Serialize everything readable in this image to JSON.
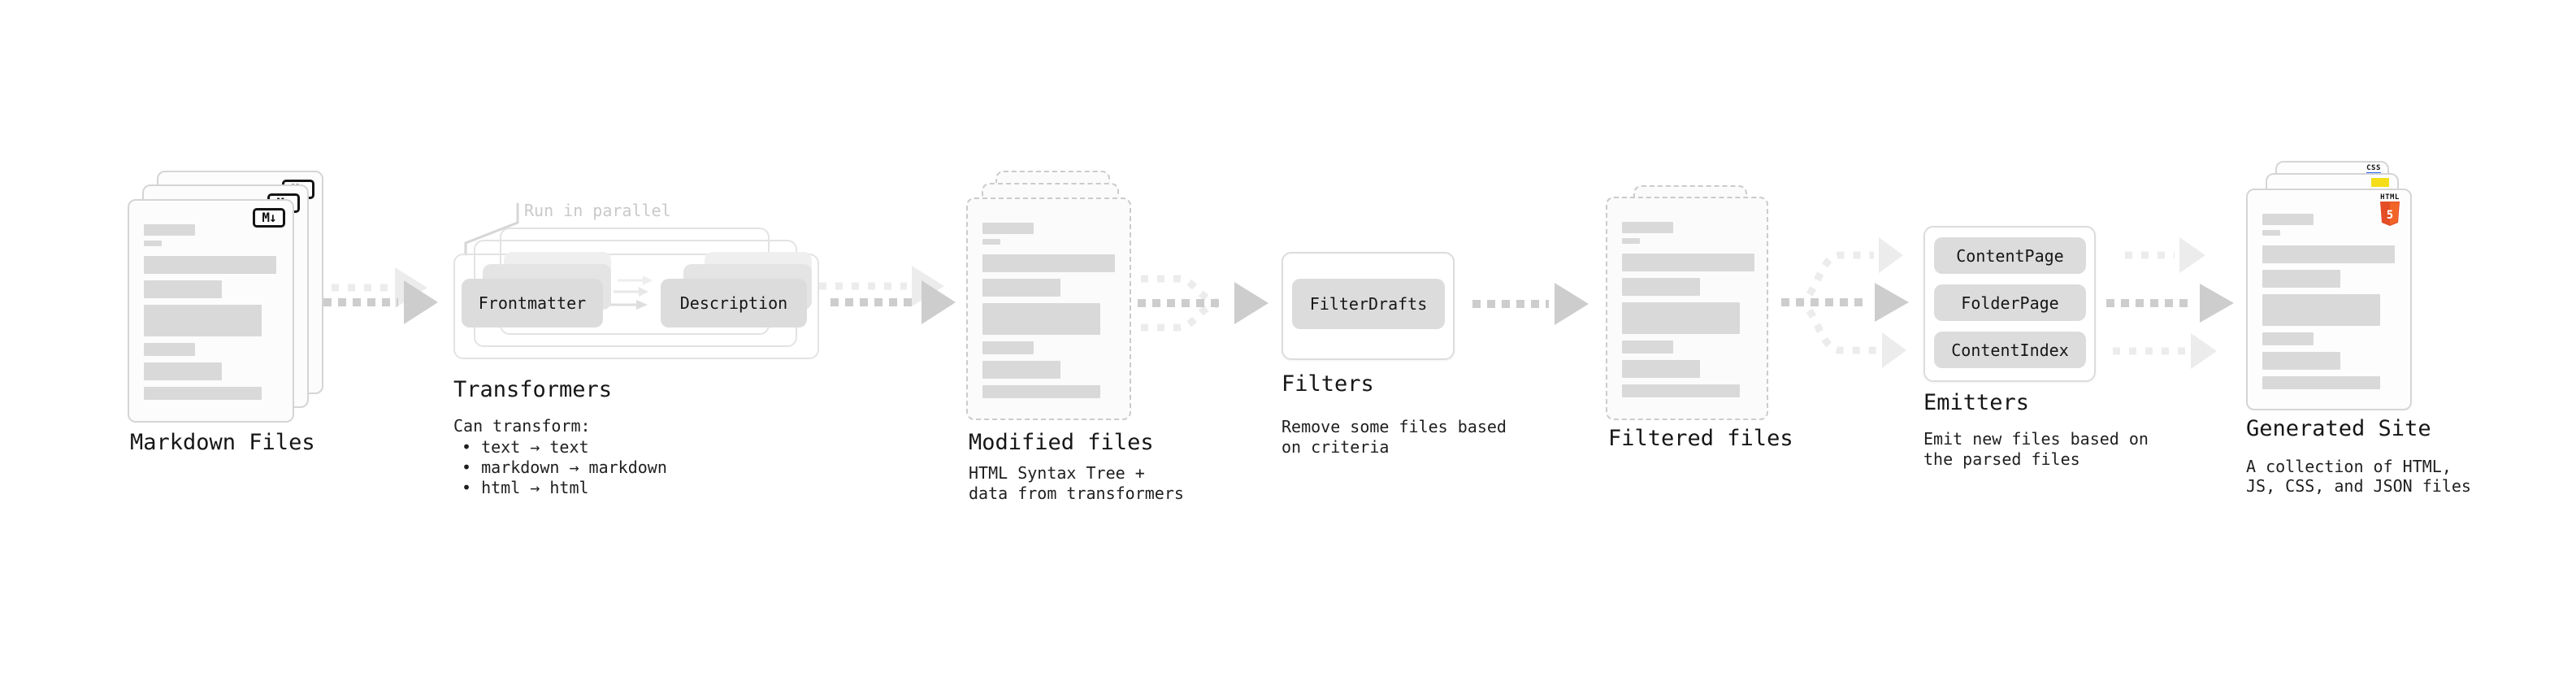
{
  "sections": {
    "markdown": {
      "title": "Markdown Files",
      "badge": "M↓"
    },
    "transformers": {
      "title": "Transformers",
      "note": "Run in parallel",
      "button_left": "Frontmatter",
      "button_right": "Description",
      "desc_heading": "Can transform:",
      "desc_items": [
        "• text → text",
        "• markdown → markdown",
        "• html → html"
      ]
    },
    "modified": {
      "title": "Modified files",
      "desc": "HTML Syntax Tree +\ndata from transformers"
    },
    "filters": {
      "title": "Filters",
      "button": "FilterDrafts",
      "desc": "Remove some files based\non criteria"
    },
    "filtered": {
      "title": "Filtered files"
    },
    "emitters": {
      "title": "Emitters",
      "buttons": [
        "ContentPage",
        "FolderPage",
        "ContentIndex"
      ],
      "desc": "Emit new files based on\nthe parsed files"
    },
    "generated": {
      "title": "Generated Site",
      "desc": "A collection of HTML,\nJS, CSS, and JSON files",
      "css_label": "CSS",
      "html_label": "HTML",
      "html_five": "5"
    }
  },
  "colors": {
    "background": "#ffffff",
    "card_border": "#d5d5d5",
    "dashed_border": "#cbcbcb",
    "bar_fill": "#d9d9d9",
    "pill_fill": "#dcdcdc",
    "arrow_dark": "#cdcdcd",
    "arrow_light": "#ececec",
    "note_text": "#c9c9c9",
    "css_blue": "#2965f1",
    "js_yellow": "#f5de19",
    "html5_orange": "#e44d26",
    "html5_orange_light": "#f16529"
  }
}
